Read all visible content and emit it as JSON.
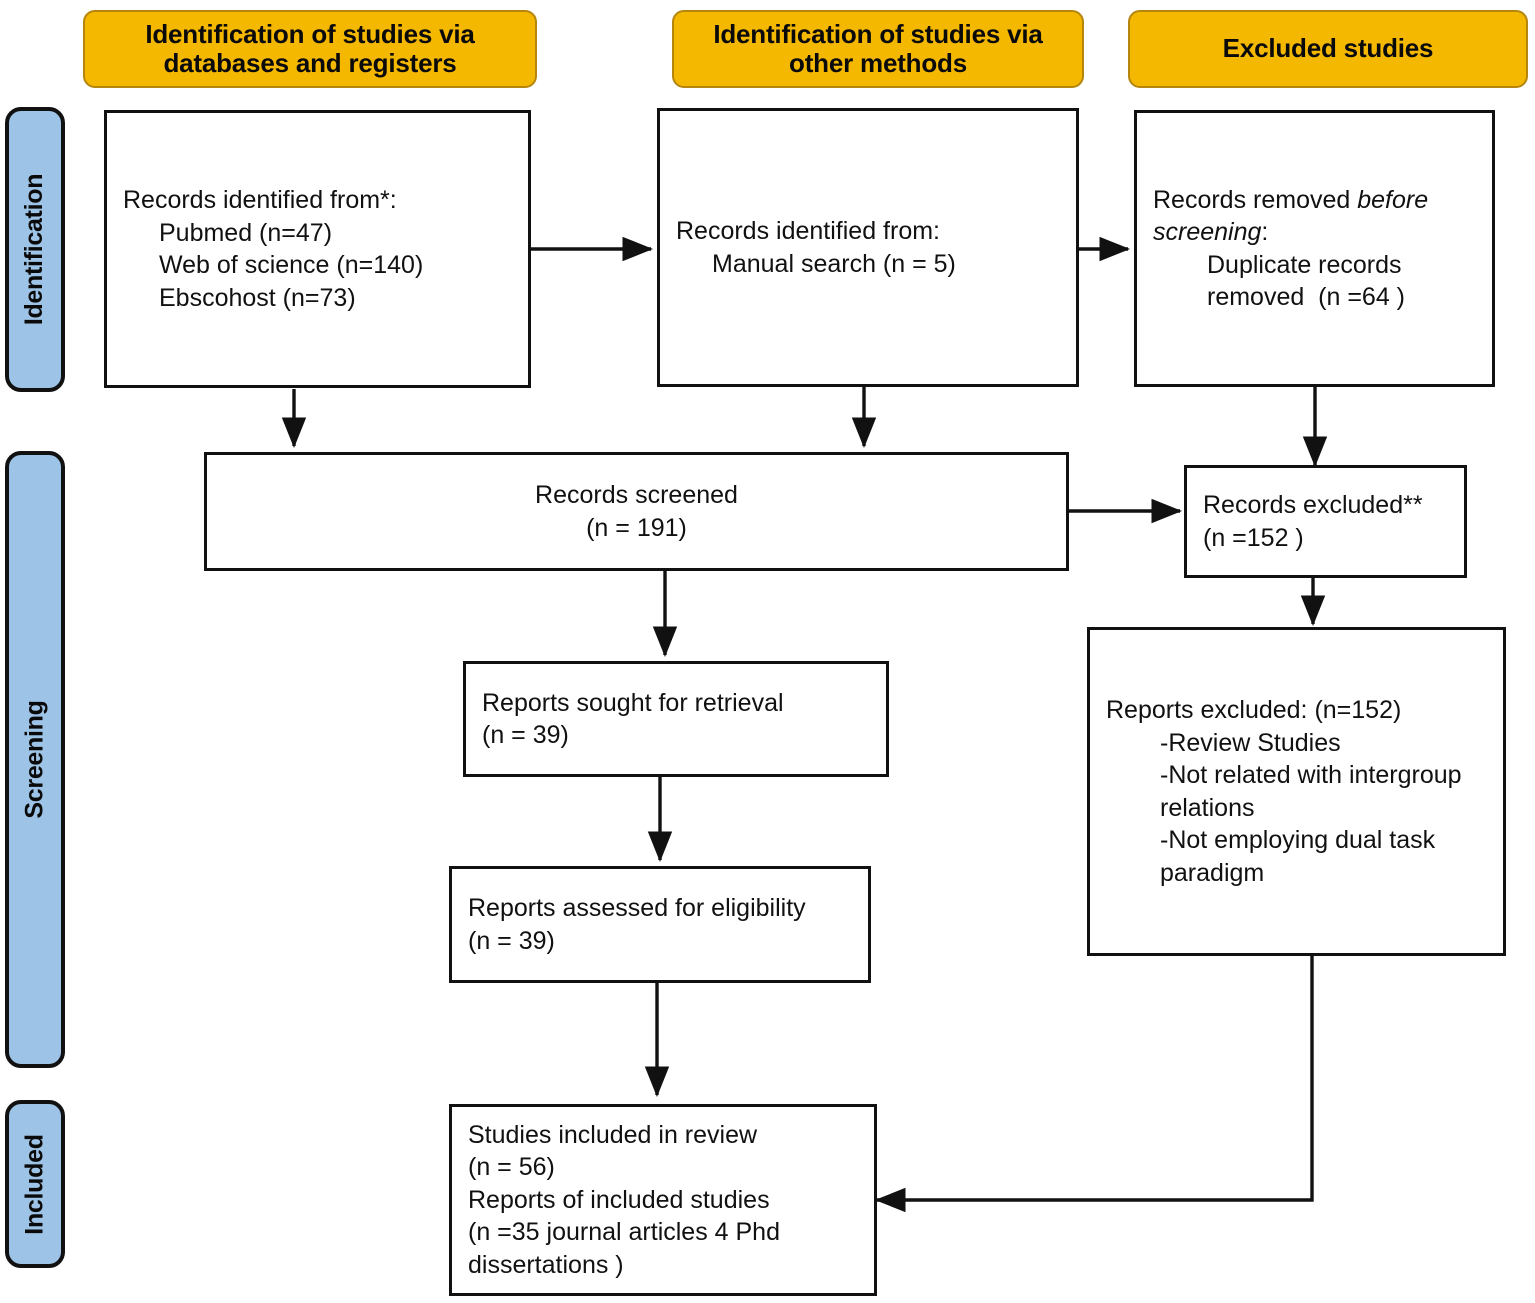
{
  "diagram": {
    "title": "PRISMA 2020 flow diagram",
    "colors": {
      "banner_fill": "#F5B800",
      "banner_border": "#B5860B",
      "stagebar_fill": "#9DC3E6",
      "stroke": "#111111",
      "box_fill": "#FFFFFF"
    }
  },
  "banners": [
    {
      "id": "databases-registers",
      "label": "Identification of studies via databases and registers"
    },
    {
      "id": "other-methods",
      "label": "Identification of studies via other methods"
    },
    {
      "id": "excluded-studies",
      "label": "Excluded studies"
    }
  ],
  "stage_bars": [
    {
      "id": "identification",
      "label": "Identification"
    },
    {
      "id": "screening",
      "label": "Screening"
    },
    {
      "id": "included",
      "label": "Included"
    }
  ],
  "boxes": {
    "records_identified_databases": {
      "name": "Records identified from databases",
      "lines": [
        {
          "text": "Records identified from*:",
          "indent": 0,
          "italic": false
        },
        {
          "text": "Pubmed (n=47)",
          "indent": 1,
          "italic": false
        },
        {
          "text": "Web of science (n=140)",
          "indent": 1,
          "italic": false
        },
        {
          "text": "Ebscohost (n=73)",
          "indent": 1,
          "italic": false
        }
      ]
    },
    "records_identified_other": {
      "name": "Records identified from other methods",
      "lines": [
        {
          "text": "Records identified from:",
          "indent": 0,
          "italic": false
        },
        {
          "text": "Manual search (n = 5)",
          "indent": 1,
          "italic": false
        }
      ]
    },
    "records_removed": {
      "name": "Records removed before screening",
      "lines": [
        {
          "text": "Records removed ",
          "indent": 0,
          "italic": false,
          "tail_italic": "before"
        },
        {
          "text": "screening",
          "indent": 0,
          "italic": true,
          "tail_plain": ":"
        },
        {
          "text": "Duplicate records",
          "indent": 2,
          "italic": false
        },
        {
          "text": "removed  (n =64 )",
          "indent": 2,
          "italic": false
        }
      ]
    },
    "records_screened": {
      "name": "Records screened",
      "lines": [
        {
          "text": "Records screened",
          "indent": 0,
          "italic": false
        },
        {
          "text": "(n = 191)",
          "indent": 0,
          "italic": false
        }
      ]
    },
    "records_excluded": {
      "name": "Records excluded",
      "lines": [
        {
          "text": "Records excluded**",
          "indent": 0,
          "italic": false
        },
        {
          "text": "(n =152 )",
          "indent": 0,
          "italic": false
        }
      ]
    },
    "reports_sought": {
      "name": "Reports sought for retrieval",
      "lines": [
        {
          "text": "Reports sought for retrieval",
          "indent": 0,
          "italic": false
        },
        {
          "text": "(n = 39)",
          "indent": 0,
          "italic": false
        }
      ]
    },
    "reports_assessed": {
      "name": "Reports assessed for eligibility",
      "lines": [
        {
          "text": "Reports assessed for eligibility",
          "indent": 0,
          "italic": false
        },
        {
          "text": "(n = 39)",
          "indent": 0,
          "italic": false
        }
      ]
    },
    "reports_excluded": {
      "name": "Reports excluded with reasons",
      "lines": [
        {
          "text": "Reports excluded: (n=152)",
          "indent": 0,
          "italic": false
        },
        {
          "text": "-Review Studies",
          "indent": 2,
          "italic": false
        },
        {
          "text": "-Not related with intergroup",
          "indent": 2,
          "italic": false
        },
        {
          "text": "relations",
          "indent": 2,
          "italic": false
        },
        {
          "text": "-Not employing dual task",
          "indent": 2,
          "italic": false
        },
        {
          "text": "paradigm",
          "indent": 2,
          "italic": false
        }
      ]
    },
    "studies_included": {
      "name": "Studies included in review",
      "lines": [
        {
          "text": "Studies included in review",
          "indent": 0,
          "italic": false
        },
        {
          "text": "(n = 56)",
          "indent": 0,
          "italic": false
        },
        {
          "text": "Reports of included studies",
          "indent": 0,
          "italic": false
        },
        {
          "text": "(n =35 journal articles 4 Phd",
          "indent": 0,
          "italic": false
        },
        {
          "text": "dissertations )",
          "indent": 0,
          "italic": false
        }
      ]
    }
  },
  "flow_counts": {
    "pubmed": 47,
    "web_of_science": 140,
    "ebscohost": 73,
    "manual_search": 5,
    "duplicates_removed": 64,
    "records_screened": 191,
    "records_excluded": 152,
    "reports_sought": 39,
    "reports_assessed": 39,
    "reports_excluded": 152,
    "studies_included": 56,
    "journal_articles": 35,
    "phd_dissertations": 4
  }
}
